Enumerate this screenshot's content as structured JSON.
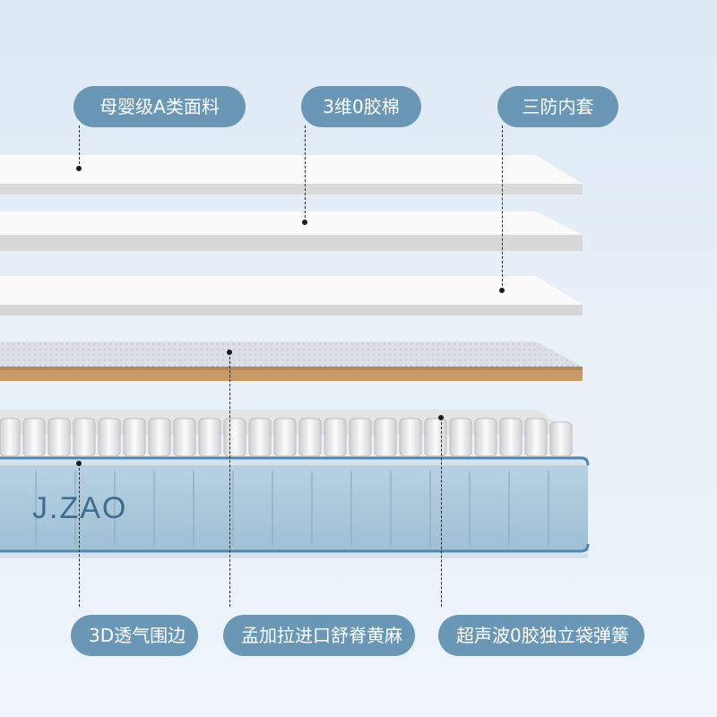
{
  "labels": {
    "top": [
      "母婴级A类面料",
      "3维0胶棉",
      "三防内套"
    ],
    "bottom": [
      "3D透气围边",
      "孟加拉进口舒脊黄麻",
      "超声波0胶独立袋弹簧"
    ]
  },
  "brand": "J.ZAO",
  "colors": {
    "pill_bg": "#6a97b6",
    "pill_text": "#ffffff",
    "background": "#e4eef7",
    "mattress_side": "#a9c7d9",
    "piping": "#4f86b8",
    "coir": "#c79a66"
  }
}
